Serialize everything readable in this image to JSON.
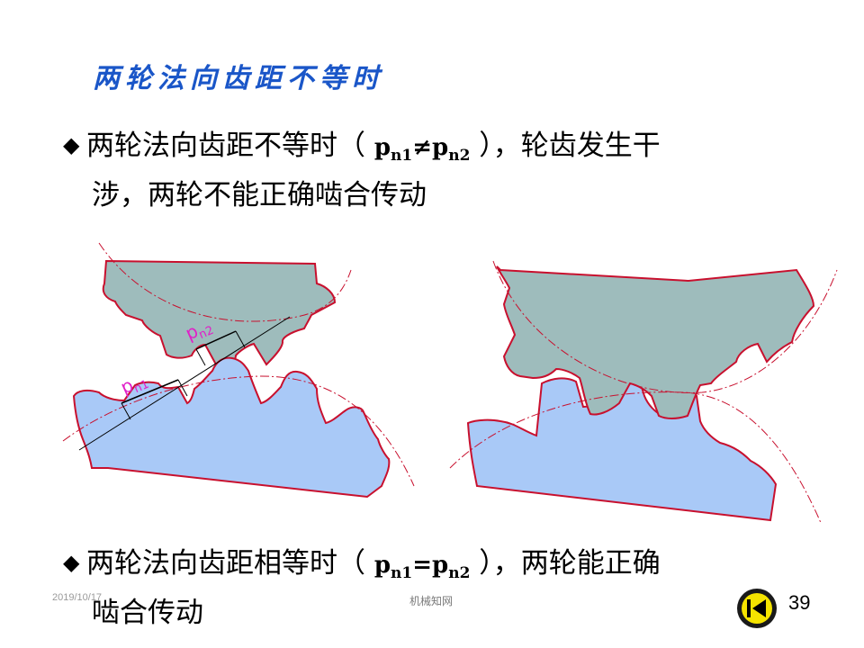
{
  "title": "两轮法向齿距不等时",
  "bullet1": {
    "marker": "◆",
    "line1_pre": "两轮法向齿距不等时（ ",
    "p_base": "p",
    "n1_sub": "n1",
    "neq": "≠",
    "n2_sub": "n2",
    "line1_post": " ），轮齿发生干",
    "line2": "涉，两轮不能正确啮合传动"
  },
  "bullet2": {
    "marker": "◆",
    "line1_pre": "两轮法向齿距相等时（ ",
    "p_base": "p",
    "n1_sub": "n1",
    "eq": "=",
    "n2_sub": "n2",
    "line1_post": " ），两轮能正确",
    "line2": "啮合传动"
  },
  "diagram": {
    "label_pn2": "p",
    "label_pn2_sub": "n2",
    "label_pn1": "p",
    "label_pn1_sub": "n1"
  },
  "colors": {
    "title": "#1a56c8",
    "upper_gear": "#9ebcbc",
    "lower_gear": "#a9c9f7",
    "gear_outline": "#c8102e",
    "label": "#e020c8"
  },
  "footer": {
    "date": "2019/10/17",
    "source": "机械知网",
    "page": "39"
  },
  "nav": {
    "icon": "skip-back-icon"
  }
}
